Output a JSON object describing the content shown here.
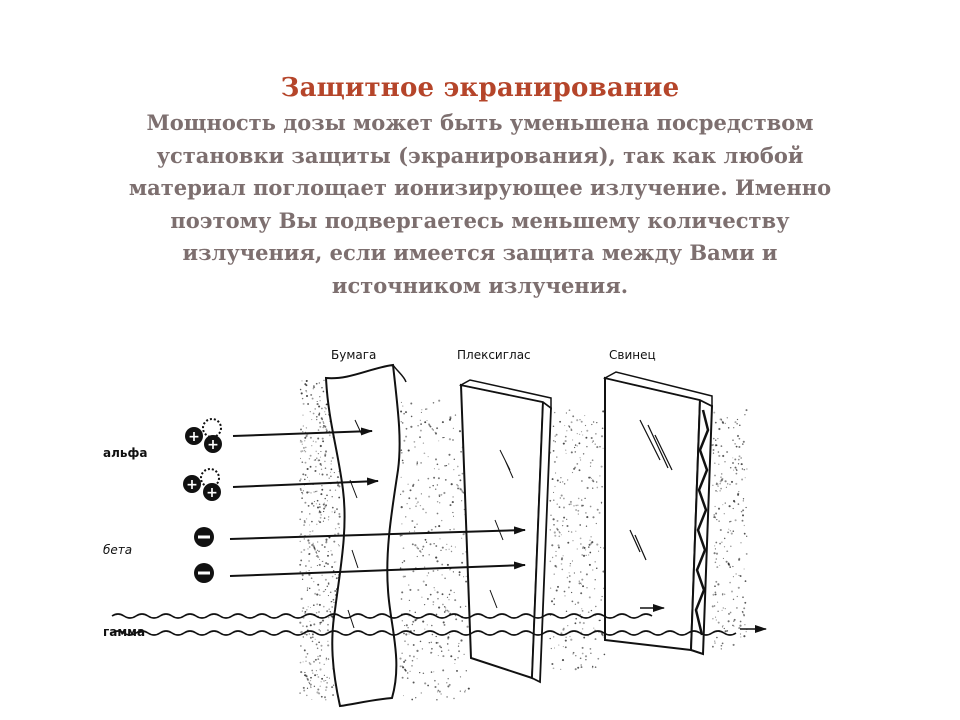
{
  "slide": {
    "title": "Защитное экранирование",
    "body_lines": [
      "Мощность дозы может быть уменьшена посредством",
      "установки защиты (экранирования), так как любой",
      "материал поглощает ионизирующее излучение. Именно",
      "поэтому Вы подвергаетесь меньшему количеству",
      "излучения, если имеется защита между Вами и",
      "источником излучения."
    ],
    "title_color": "#b5452a",
    "body_color": "#7d6f6f"
  },
  "diagram": {
    "barriers": {
      "paper": "Бумага",
      "plexiglass": "Плексиглас",
      "lead": "Свинец"
    },
    "radiation": {
      "alpha": "альфа",
      "beta": "бета",
      "gamma": "гамма"
    },
    "particle_icons": [
      "alpha-particle-icon",
      "beta-particle-icon"
    ]
  }
}
